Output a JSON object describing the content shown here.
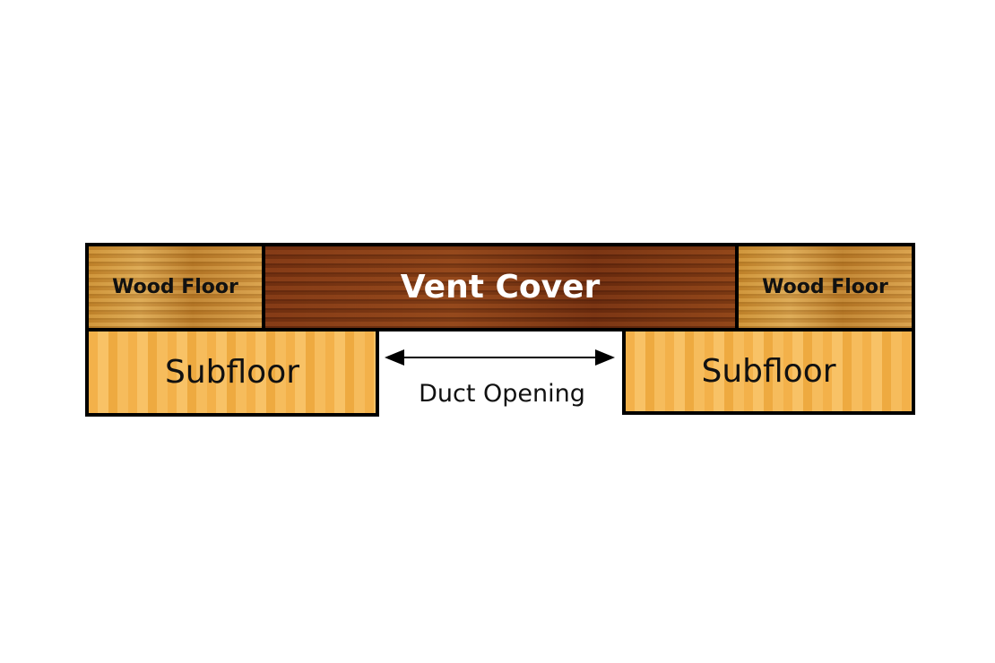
{
  "labels": {
    "wood_floor_left": "Wood Floor",
    "vent_cover": "Vent Cover",
    "wood_floor_right": "Wood Floor",
    "subfloor_left": "Subfloor",
    "subfloor_right": "Subfloor",
    "duct_opening": "Duct Opening"
  },
  "colors": {
    "wood_floor": "#c98c30",
    "vent_cover": "#7e3814",
    "subfloor": "#f4b552",
    "outline": "#000000"
  }
}
